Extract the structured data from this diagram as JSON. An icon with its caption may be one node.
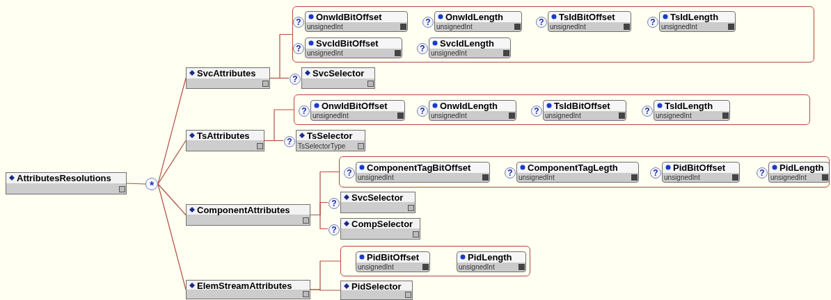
{
  "diagram": {
    "nodes": [
      {
        "text": [
          "AttributesResolutions"
        ]
      },
      {
        "text": [
          "*"
        ]
      },
      {
        "text": [
          "SvcAttributes"
        ]
      },
      {
        "text": [],
        "shape": "box"
      },
      {
        "text": [
          "OnwIdBitOffset",
          "unsignedInt"
        ],
        "in": 3,
        "beside": [
          "?"
        ]
      },
      {
        "text": [
          "OnwIdLength",
          "unsignedInt"
        ],
        "in": 3,
        "beside": [
          "?"
        ]
      },
      {
        "text": [
          "TsIdBitOffset",
          "unsignedInt"
        ],
        "in": 3,
        "beside": [
          "?"
        ]
      },
      {
        "text": [
          "TsIdLength",
          "unsignedInt"
        ],
        "in": 3,
        "beside": [
          "?"
        ]
      },
      {
        "text": [
          "SvcIdBitOffset",
          "unsignedInt"
        ],
        "in": 3,
        "beside": [
          "?"
        ]
      },
      {
        "text": [
          "SvcIdLength",
          "unsignedInt"
        ],
        "in": 3,
        "beside": [
          "?"
        ]
      },
      {
        "text": [
          "SvcSelector"
        ],
        "beside": [
          "?"
        ]
      },
      {
        "text": [
          "TsAttributes"
        ]
      },
      {
        "text": [],
        "shape": "box"
      },
      {
        "text": [
          "OnwIdBitOffset",
          "unsignedInt"
        ],
        "in": 12,
        "beside": [
          "?"
        ]
      },
      {
        "text": [
          "OnwIdLength",
          "unsignedInt"
        ],
        "in": 12,
        "beside": [
          "?"
        ]
      },
      {
        "text": [
          "TsIdBitOffset",
          "unsignedInt"
        ],
        "in": 12,
        "beside": [
          "?"
        ]
      },
      {
        "text": [
          "TsIdLength",
          "unsignedInt"
        ],
        "in": 12,
        "beside": [
          "?"
        ]
      },
      {
        "text": [
          "TsSelector",
          "TsSelectorType"
        ],
        "beside": [
          "?"
        ]
      },
      {
        "text": [
          "ComponentAttributes"
        ]
      },
      {
        "text": [],
        "shape": "box"
      },
      {
        "text": [
          "ComponentTagBitOffset",
          "unsignedInt"
        ],
        "in": 19,
        "beside": [
          "?"
        ]
      },
      {
        "text": [
          "ComponentTagLegth",
          "unsignedInt"
        ],
        "in": 19,
        "beside": [
          "?"
        ]
      },
      {
        "text": [
          "PidBitOffset",
          "unsignedInt"
        ],
        "in": 19,
        "beside": [
          "?"
        ]
      },
      {
        "text": [
          "PidLength",
          "unsignedInt"
        ],
        "in": 19,
        "beside": [
          "?"
        ]
      },
      {
        "text": [
          "SvcSelector"
        ],
        "beside": [
          "?"
        ]
      },
      {
        "text": [
          "CompSelector"
        ],
        "beside": [
          "?"
        ]
      },
      {
        "text": [
          "ElemStreamAttributes"
        ]
      },
      {
        "text": [],
        "shape": "box"
      },
      {
        "text": [
          "PidBitOffset",
          "unsignedInt"
        ],
        "in": 27
      },
      {
        "text": [
          "PidLength",
          "unsignedInt"
        ],
        "in": 27
      },
      {
        "text": [
          "PidSelector"
        ]
      }
    ],
    "edges": [
      {
        "from": 0,
        "to": 1,
        "arrow": "none"
      },
      {
        "from": 1,
        "to": 2,
        "arrow": "none"
      },
      {
        "from": 1,
        "to": 11,
        "arrow": "none"
      },
      {
        "from": 1,
        "to": 18,
        "arrow": "none"
      },
      {
        "from": 1,
        "to": 26,
        "arrow": "none"
      },
      {
        "from": 2,
        "to": 3,
        "arrow": "none"
      },
      {
        "from": 2,
        "to": 10,
        "arrow": "none"
      },
      {
        "from": 11,
        "to": 12,
        "arrow": "none"
      },
      {
        "from": 11,
        "to": 17,
        "arrow": "none"
      },
      {
        "from": 18,
        "to": 19,
        "arrow": "none"
      },
      {
        "from": 18,
        "to": 24,
        "arrow": "none"
      },
      {
        "from": 18,
        "to": 25,
        "arrow": "none"
      },
      {
        "from": 26,
        "to": 27,
        "arrow": "none"
      },
      {
        "from": 26,
        "to": 30,
        "arrow": "none"
      }
    ]
  }
}
